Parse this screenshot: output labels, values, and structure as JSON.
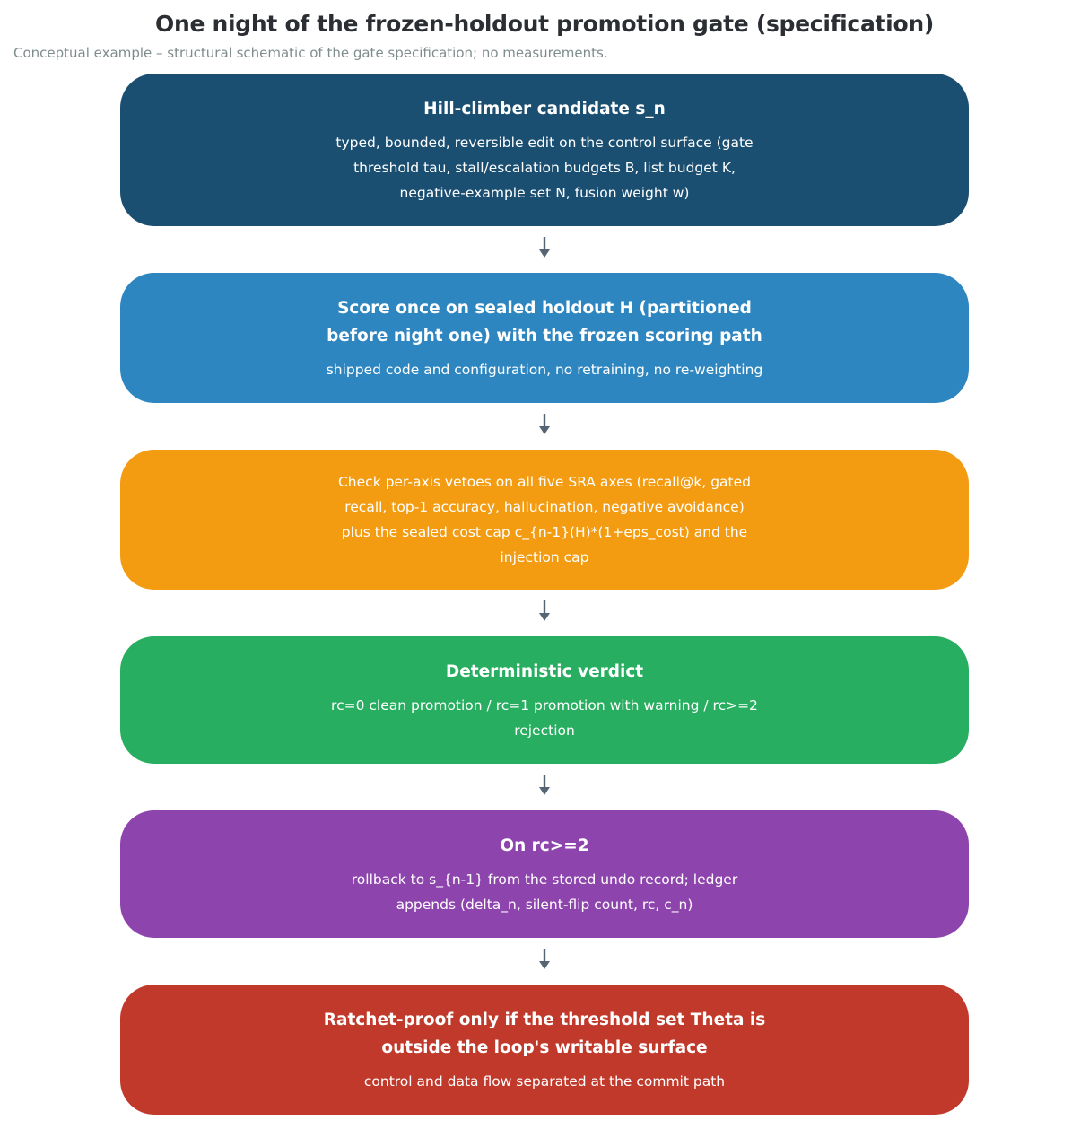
{
  "diagram": {
    "title": "One night of the frozen-holdout promotion gate (specification)",
    "subtitle": "Conceptual example – structural schematic of the gate specification; no measurements.",
    "colors": {
      "step1": "#1b4f72",
      "step2": "#2e86c1",
      "step3": "#f39c12",
      "step4": "#27ae60",
      "step5": "#8e44ad",
      "step6": "#c0392b",
      "arrow": "#566573"
    },
    "steps": [
      {
        "title": "Hill-climber candidate s_n",
        "body": "typed, bounded, reversible edit on the control surface (gate threshold tau, stall/escalation budgets B, list budget K, negative-example set N, fusion weight w)"
      },
      {
        "title": "Score once on sealed holdout H (partitioned before night one) with the frozen scoring path",
        "body": "shipped code and configuration, no retraining, no re-weighting"
      },
      {
        "title": "",
        "body": "Check per-axis vetoes on all five SRA axes (recall@k, gated recall, top-1 accuracy, hallucination, negative avoidance) plus the sealed cost cap c_{n-1}(H)*(1+eps_cost) and the injection cap"
      },
      {
        "title": "Deterministic verdict",
        "body": "rc=0 clean promotion / rc=1 promotion with warning / rc>=2 rejection"
      },
      {
        "title": "On rc>=2",
        "body": "rollback to s_{n-1} from the stored undo record; ledger appends (delta_n, silent-flip count, rc, c_n)"
      },
      {
        "title": "Ratchet-proof only if the threshold set Theta is outside the loop's writable surface",
        "body": "control and data flow separated at the commit path"
      }
    ]
  }
}
